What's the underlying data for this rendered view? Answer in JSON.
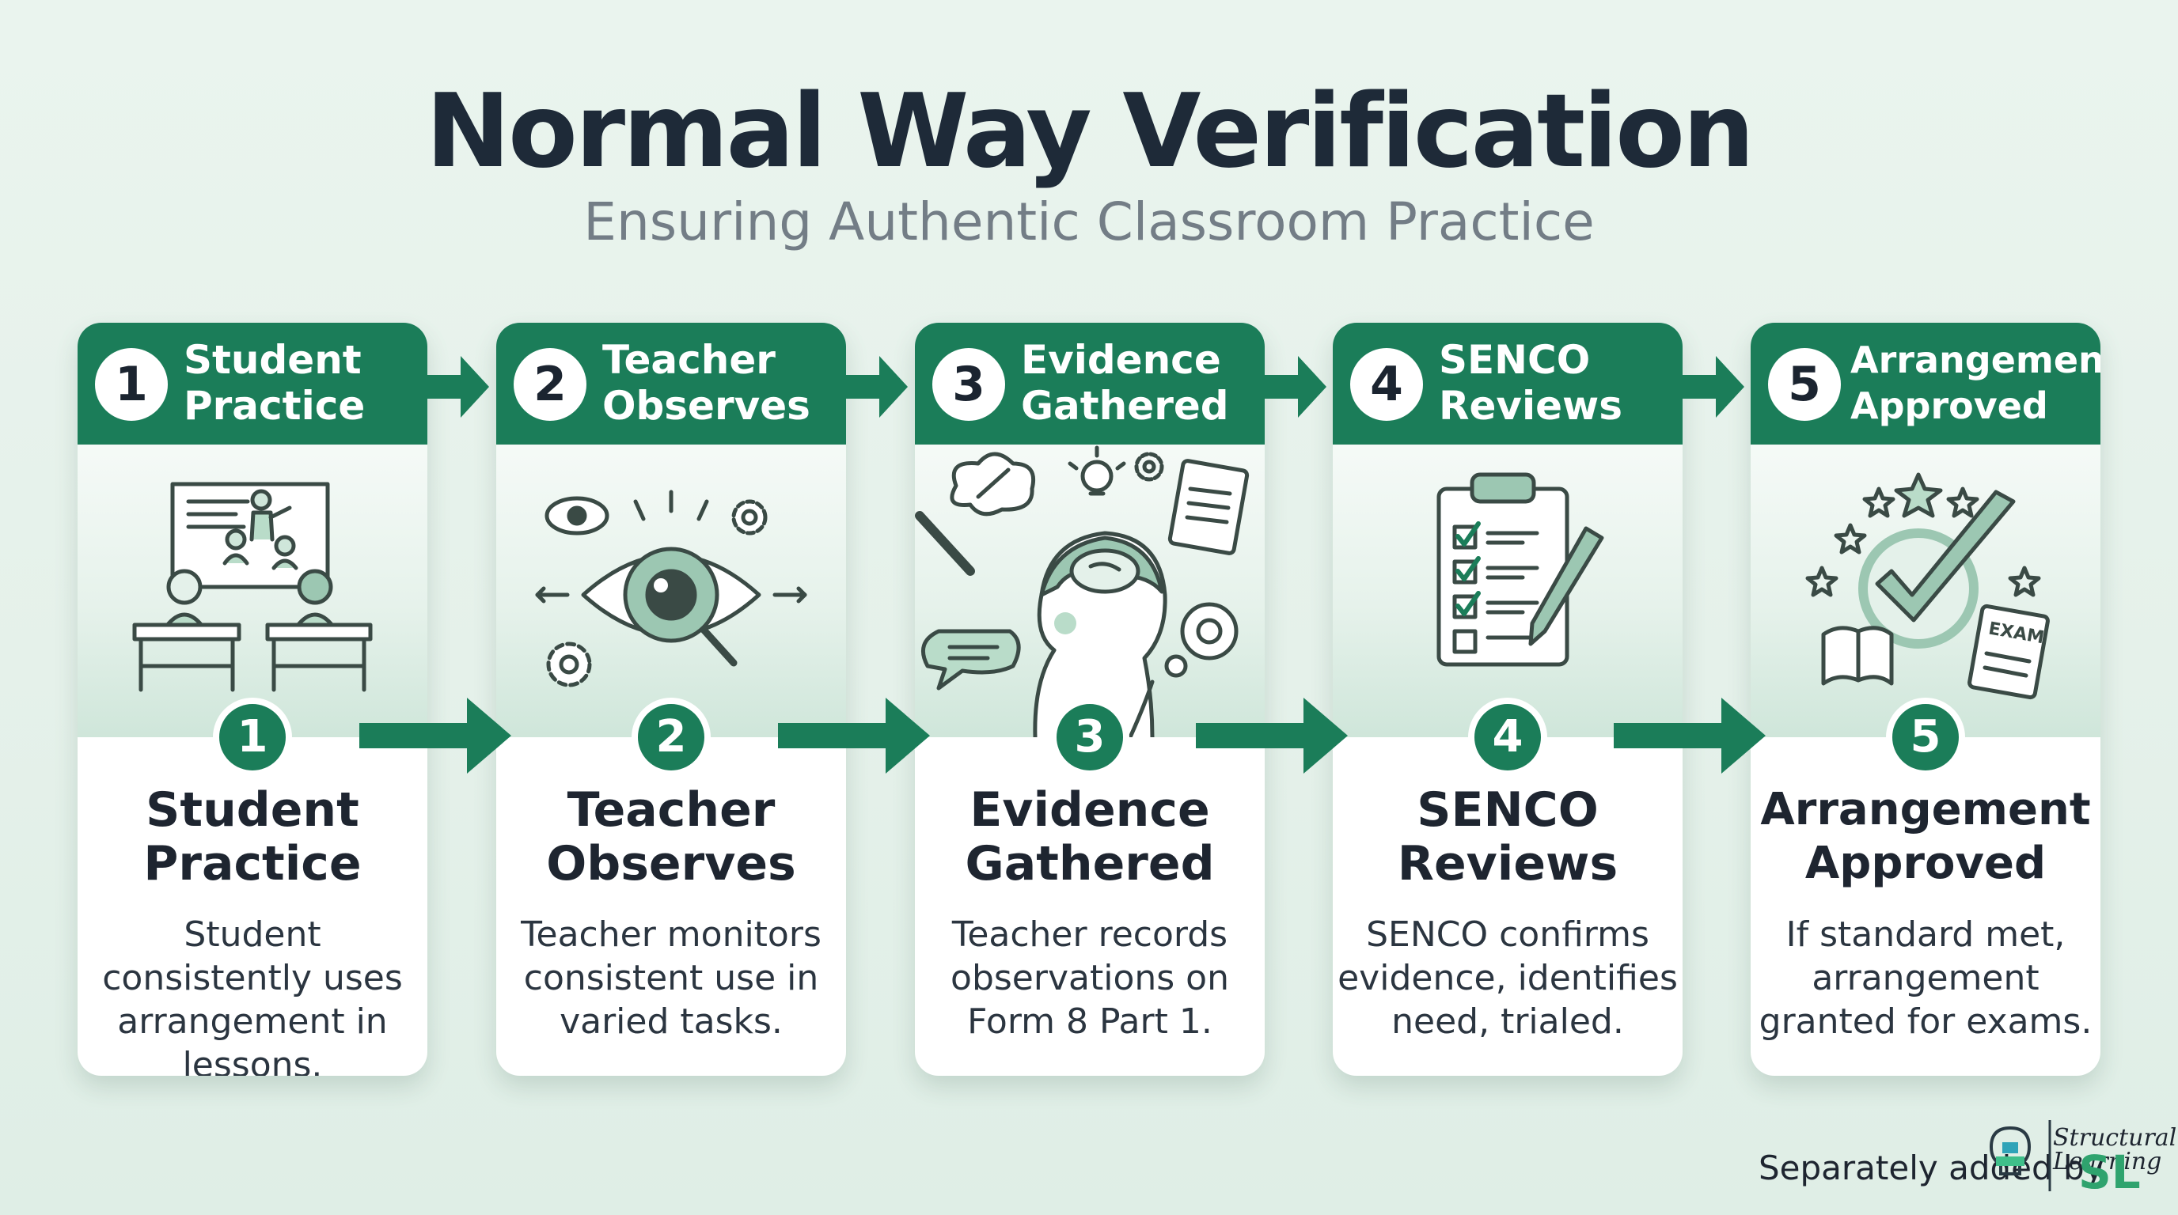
{
  "title": "Normal Way Verification",
  "subtitle": "Ensuring Authentic Classroom Practice",
  "colors": {
    "accent": "#1b7d59",
    "background": "#e6f2eb",
    "text": "#1e2530"
  },
  "steps": [
    {
      "number": "1",
      "header": "Student\nPractice",
      "title": "Student\nPractice",
      "description": "Student consistently uses arrangement in lessons.",
      "icon": "classroom-students-icon"
    },
    {
      "number": "2",
      "header": "Teacher\nObserves",
      "title": "Teacher\nObserves",
      "description": "Teacher monitors consistent use in varied tasks.",
      "icon": "observing-eye-icon"
    },
    {
      "number": "3",
      "header": "Evidence\nGathered",
      "title": "Evidence\nGathered",
      "description": "Teacher records observations on Form 8 Part 1.",
      "icon": "thinking-student-icon"
    },
    {
      "number": "4",
      "header": "SENCO\nReviews",
      "title": "SENCO\nReviews",
      "description": "SENCO confirms evidence, identifies need, trialed.",
      "icon": "checklist-clipboard-icon"
    },
    {
      "number": "5",
      "header": "Arrangement\nApproved",
      "title": "Arrangement\nApproved",
      "description": "If standard met, arrangement granted for exams.",
      "icon": "approved-checkmark-icon"
    }
  ],
  "exam_label": "EXAM",
  "footer": {
    "text": "Separately added by",
    "logo_text": "Structural\nLearning",
    "logo_mark": "SL"
  }
}
